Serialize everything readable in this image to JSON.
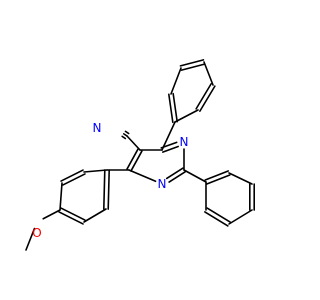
{
  "molecule": {
    "colors": {
      "bond": "#000000",
      "nitrogen": "#0000ff",
      "oxygen": "#ff0000",
      "carbon": "#000000"
    },
    "atoms": [
      {
        "id": "N_nitrile",
        "text": "N",
        "element": "N"
      },
      {
        "id": "N_ring_1",
        "text": "N",
        "element": "N"
      },
      {
        "id": "N_ring_3",
        "text": "N",
        "element": "N"
      },
      {
        "id": "O_methoxy",
        "text": "O",
        "element": "O"
      }
    ]
  }
}
